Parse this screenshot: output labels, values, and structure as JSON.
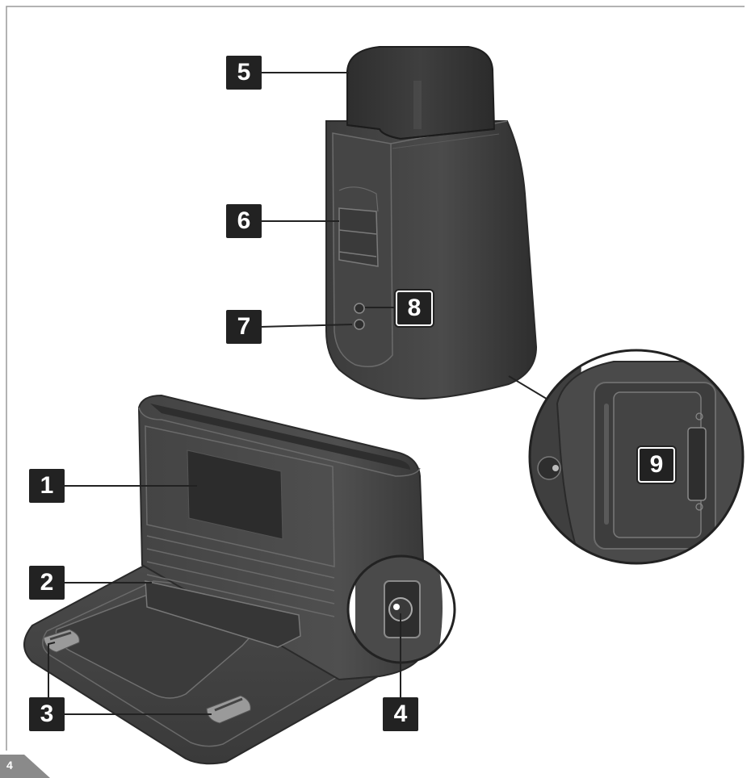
{
  "callouts": {
    "c1": "1",
    "c2": "2",
    "c3": "3",
    "c4": "4",
    "c5": "5",
    "c6": "6",
    "c7": "7",
    "c8": "8",
    "c9": "9"
  },
  "page_number": "4",
  "colors": {
    "label_bg": "#222222",
    "label_text": "#ffffff",
    "product_dark": "#3a3a3a",
    "product_mid": "#4a4a4a",
    "product_light": "#5b5b5b",
    "outline": "#777777",
    "page_tab": "#8a8a8a"
  }
}
